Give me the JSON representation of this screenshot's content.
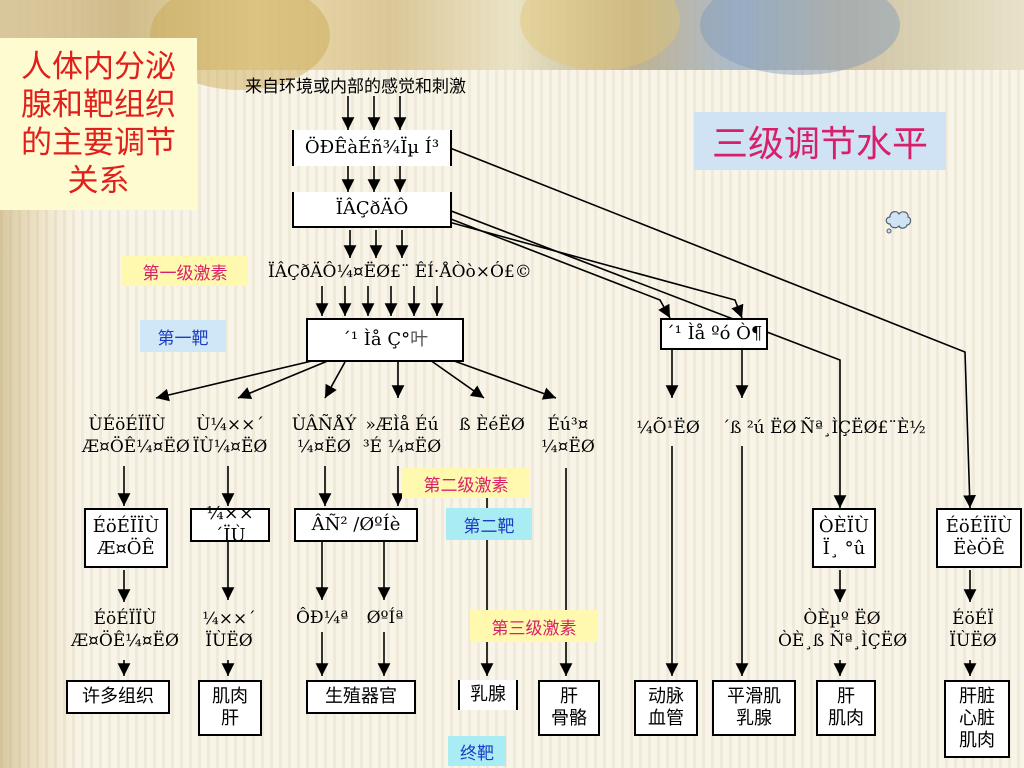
{
  "slide": {
    "title": "人体内分泌腺和靶组织的主要调节关系",
    "subtitle": "三级调节水平"
  },
  "stimulus": "来自环境或内部的感觉和刺激",
  "cns": "ÖÐÊàÉñ¾­Ïµ Í³",
  "hypothalamus": "ÏÂÇðÄÔ",
  "hypo_hormones": "ÏÂÇðÄÔ¼¤ËØ£¨ ÊÍ·ÅÒò×Ó£©",
  "pituitary": {
    "anterior_pre": "´¹ Ìå Ç°",
    "anterior_suffix": "叶",
    "posterior": "´¹ Ìå ºó Ò¶"
  },
  "labels": {
    "first_hormone": "第一级激素",
    "first_target": "第一靶",
    "second_hormone": "第二级激素",
    "second_target": "第二靶",
    "third_hormone": "第三级激素",
    "final_target": "终靶"
  },
  "anterior_hormones": [
    {
      "line1": "ÙÉöÉÏÏÙ",
      "line2": "Æ¤ÖÊ¼¤ËØ"
    },
    {
      "line1": "Ù¼××´",
      "line2": "ÏÙ¼¤ËØ"
    },
    {
      "line1": "ÙÂÑÅÝ",
      "line2": "¼¤ËØ"
    },
    {
      "line1": "»ÆÌå Éú",
      "line2": "³É ¼¤ËØ"
    },
    {
      "line1": "ß ÈéËØ",
      "line2": ""
    },
    {
      "line1": "Éú³¤",
      "line2": "¼¤ËØ"
    }
  ],
  "posterior_hormones": [
    {
      "line1": "¼Õ¹ËØ"
    },
    {
      "line1": "´ß ²ú ËØ"
    },
    {
      "line1": "Ñª¸ÌÇËØ£¨È½"
    }
  ],
  "second_targets": [
    {
      "line1": "ÉöÉÏÏÙ",
      "line2": "Æ¤ÖÊ"
    },
    {
      "line1": "¼××´ÏÙ",
      "line2": ""
    },
    {
      "line1": "ÂÑ² /ØºÍè",
      "line2": ""
    }
  ],
  "third_hormones": [
    {
      "line1": "ÉöÉÏÏÙ",
      "line2": "Æ¤ÖÊ¼¤ËØ"
    },
    {
      "line1": "¼××´",
      "line2": "ÏÙËØ"
    },
    {
      "line1": "ÔÐ¼ª",
      "line2": ""
    },
    {
      "line1": "ØºÍª",
      "line2": ""
    }
  ],
  "right_second_targets": [
    {
      "line1": "ÒÈÏÙ",
      "line2": "Ï¸ °û"
    },
    {
      "line1": "ÉöÉÏÏÙ",
      "line2": "ËèÖÊ"
    }
  ],
  "right_third_hormones": [
    {
      "line1": "ÒÈµº ËØ",
      "line2": "ÒÈ¸ß Ñª¸ÌÇËØ"
    },
    {
      "line1": "ÉöÉÏ",
      "line2": "ÏÙËØ"
    }
  ],
  "final_targets": [
    {
      "label": "许多组织"
    },
    {
      "label": "肌肉\n肝"
    },
    {
      "label": "生殖器官"
    },
    {
      "label": "乳腺"
    },
    {
      "label": "肝\n骨骼"
    },
    {
      "label": "动脉\n血管"
    },
    {
      "label": "平滑肌\n乳腺"
    },
    {
      "label": "肝\n肌肉"
    },
    {
      "label": "肝脏\n心脏\n肌肉"
    }
  ]
}
